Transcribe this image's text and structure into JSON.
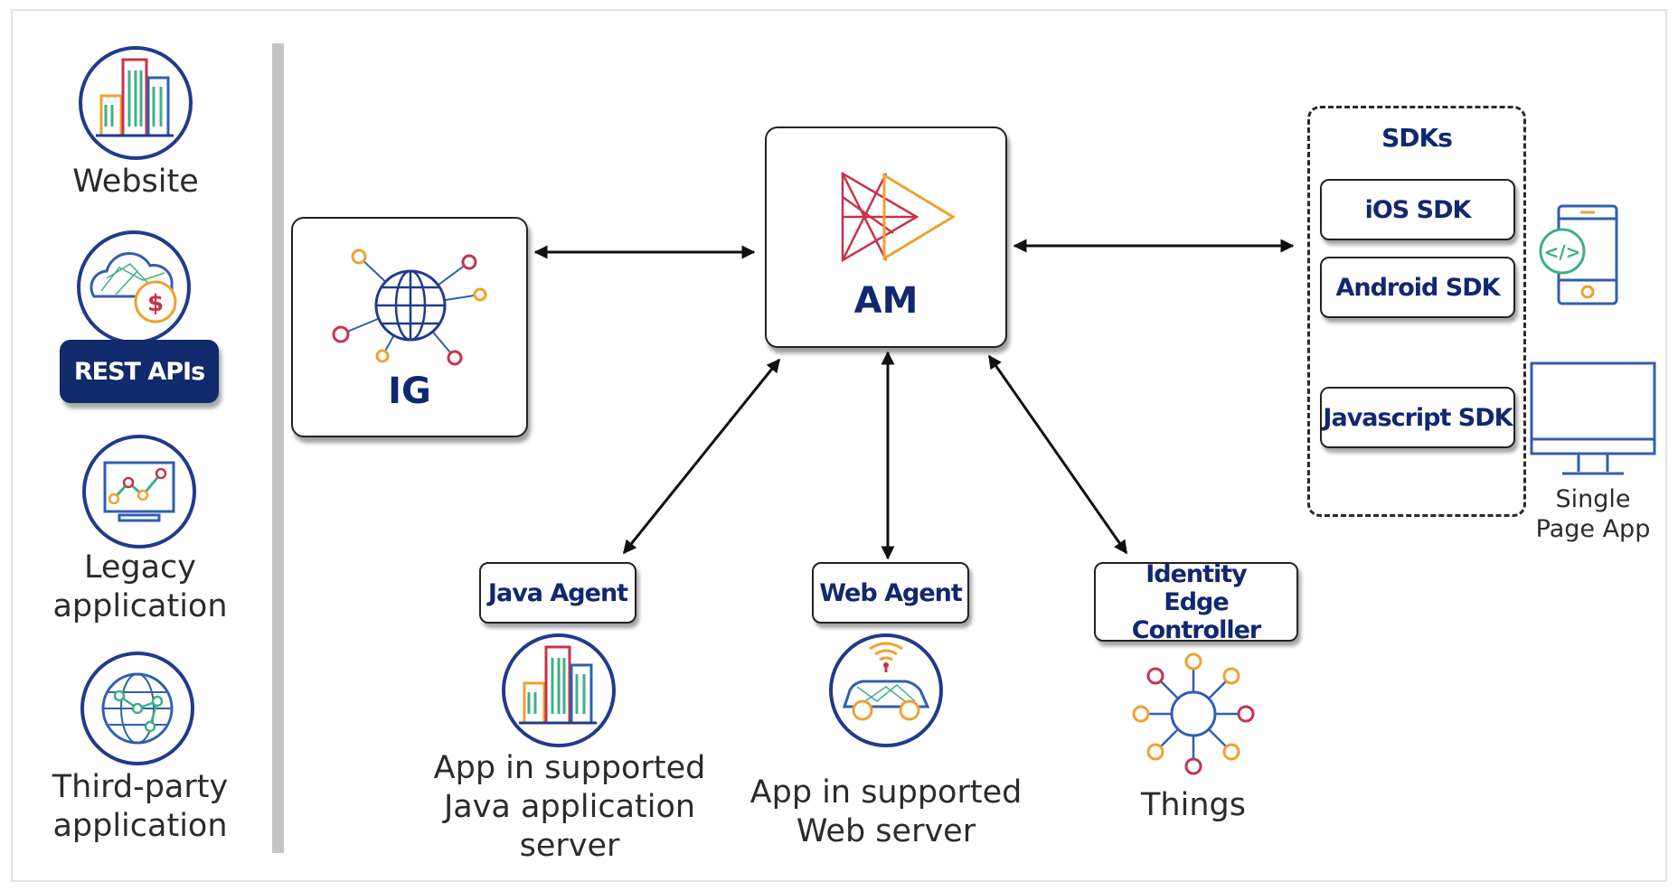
{
  "colors": {
    "navy": "#0f2870",
    "ring": "#1f3b8c",
    "icon_blue": "#2f5fb0",
    "orange": "#f0a030",
    "red": "#c8324a",
    "green": "#3fae8a"
  },
  "clients": {
    "website": {
      "label": "Website",
      "icon": "building-icon"
    },
    "rest_apis": {
      "label": "REST APIs",
      "icon": "cloud-dollar-icon"
    },
    "legacy": {
      "label_line1": "Legacy",
      "label_line2": "application",
      "icon": "monitor-chart-icon"
    },
    "third_party": {
      "label_line1": "Third-party",
      "label_line2": "application",
      "icon": "globe-network-icon"
    }
  },
  "ig": {
    "label": "IG",
    "icon": "globe-hub-icon"
  },
  "am": {
    "label": "AM",
    "icon": "forgerock-logo-icon"
  },
  "sdks": {
    "title": "SDKs",
    "items": [
      "iOS SDK",
      "Android SDK",
      "Javascript SDK"
    ],
    "single_page_app": {
      "line1": "Single",
      "line2": "Page App",
      "icon": "desktop-monitor-icon"
    },
    "mobile_icon": "mobile-code-icon"
  },
  "agents": {
    "java": {
      "label": "Java Agent",
      "desc": [
        "App in supported",
        "Java application",
        "server"
      ],
      "icon": "building-icon"
    },
    "web": {
      "label": "Web Agent",
      "desc": [
        "App in supported",
        "Web server"
      ],
      "icon": "connected-car-icon"
    },
    "iec": {
      "label_line1": "Identity",
      "label_line2": "Edge Controller",
      "desc": "Things",
      "icon": "iot-hub-icon"
    }
  }
}
